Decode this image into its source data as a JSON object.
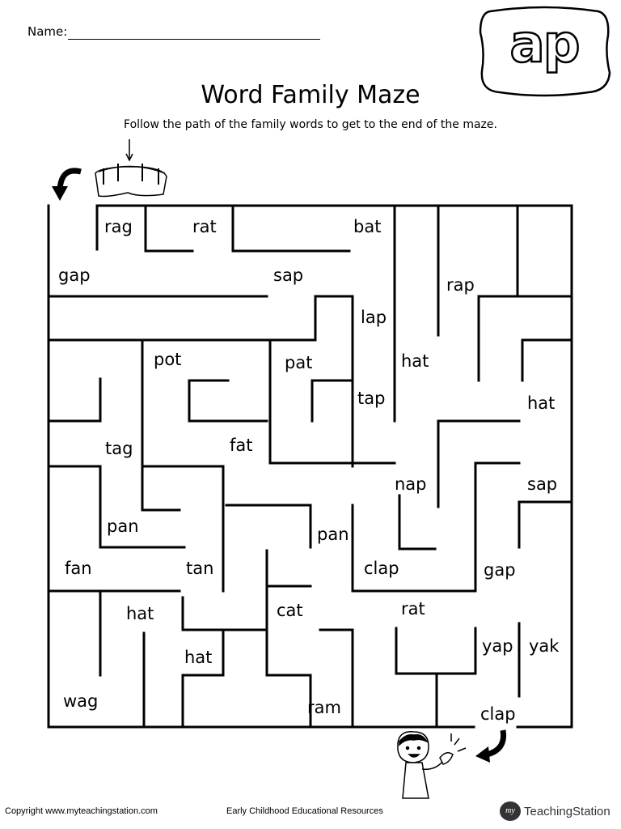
{
  "header": {
    "name_label": "Name:",
    "family_badge": "ap",
    "title": "Word Family Maze",
    "instructions": "Follow the path of the family words to get to the end of the maze."
  },
  "maze": {
    "words": [
      {
        "text": "rag"
      },
      {
        "text": "rat"
      },
      {
        "text": "bat"
      },
      {
        "text": "gap"
      },
      {
        "text": "sap"
      },
      {
        "text": "rap"
      },
      {
        "text": "lap"
      },
      {
        "text": "pot"
      },
      {
        "text": "pat"
      },
      {
        "text": "hat"
      },
      {
        "text": "tap"
      },
      {
        "text": "hat"
      },
      {
        "text": "tag"
      },
      {
        "text": "fat"
      },
      {
        "text": "nap"
      },
      {
        "text": "sap"
      },
      {
        "text": "pan"
      },
      {
        "text": "pan"
      },
      {
        "text": "fan"
      },
      {
        "text": "tan"
      },
      {
        "text": "clap"
      },
      {
        "text": "gap"
      },
      {
        "text": "hat"
      },
      {
        "text": "cat"
      },
      {
        "text": "rat"
      },
      {
        "text": "yap"
      },
      {
        "text": "yak"
      },
      {
        "text": "hat"
      },
      {
        "text": "wag"
      },
      {
        "text": "ram"
      },
      {
        "text": "clap"
      }
    ]
  },
  "icons": {
    "start": "bridge-icon",
    "start_arrow": "curved-arrow-icon",
    "end_arrow": "curved-arrow-icon",
    "end": "clapping-child-icon"
  },
  "footer": {
    "copyright": "Copyright www.myteachingstation.com",
    "tagline": "Early Childhood Educational Resources",
    "logo_mark": "my",
    "logo_text": "TeachingStation"
  }
}
